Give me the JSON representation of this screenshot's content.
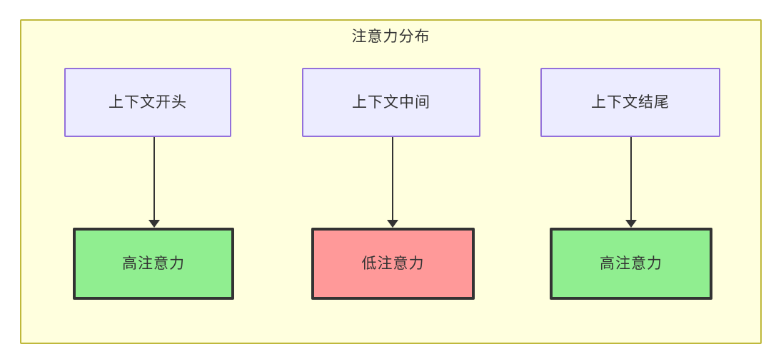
{
  "diagram": {
    "title": "注意力分布",
    "background_color": "#ffffde",
    "border_color": "#bfb83c",
    "context_nodes": [
      {
        "label": "上下文开头",
        "fill": "#ececff",
        "stroke": "#9370db"
      },
      {
        "label": "上下文中间",
        "fill": "#ececff",
        "stroke": "#9370db"
      },
      {
        "label": "上下文结尾",
        "fill": "#ececff",
        "stroke": "#9370db"
      }
    ],
    "attention_nodes": [
      {
        "label": "高注意力",
        "fill": "#90ee90",
        "stroke": "#333333"
      },
      {
        "label": "低注意力",
        "fill": "#ff9999",
        "stroke": "#333333"
      },
      {
        "label": "高注意力",
        "fill": "#90ee90",
        "stroke": "#333333"
      }
    ],
    "edges": [
      {
        "from": "上下文开头",
        "to": "高注意力",
        "label": ""
      },
      {
        "from": "上下文中间",
        "to": "低注意力",
        "label": ""
      },
      {
        "from": "上下文结尾",
        "to": "高注意力",
        "label": ""
      }
    ]
  }
}
